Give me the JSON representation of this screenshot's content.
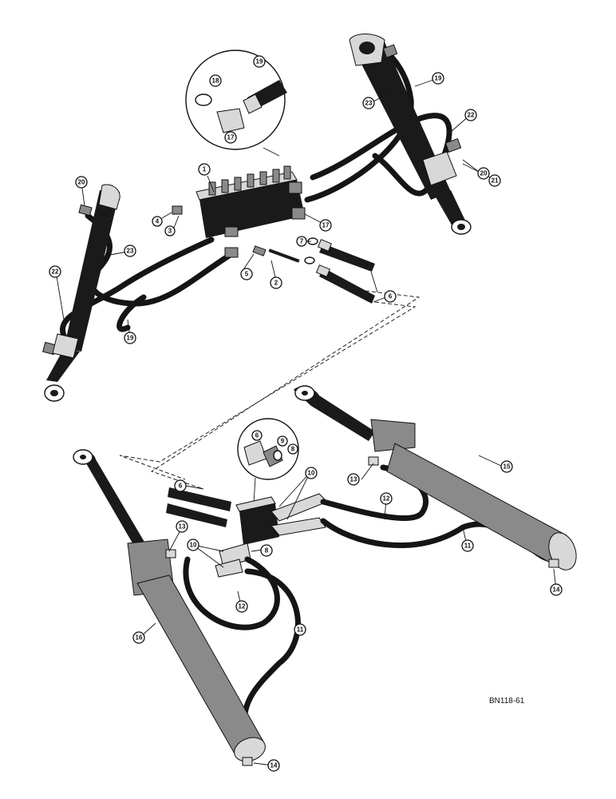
{
  "diagram": {
    "drawing_number": "BN118-61",
    "callouts": [
      {
        "label": "1"
      },
      {
        "label": "2"
      },
      {
        "label": "3"
      },
      {
        "label": "4"
      },
      {
        "label": "5"
      },
      {
        "label": "6"
      },
      {
        "label": "7"
      },
      {
        "label": "6"
      },
      {
        "label": "17"
      },
      {
        "label": "18"
      },
      {
        "label": "19"
      },
      {
        "label": "17"
      },
      {
        "label": "23"
      },
      {
        "label": "19"
      },
      {
        "label": "22"
      },
      {
        "label": "20"
      },
      {
        "label": "21"
      },
      {
        "label": "20"
      },
      {
        "label": "23"
      },
      {
        "label": "22"
      },
      {
        "label": "19"
      },
      {
        "label": "6"
      },
      {
        "label": "9"
      },
      {
        "label": "8"
      },
      {
        "label": "10"
      },
      {
        "label": "6"
      },
      {
        "label": "13"
      },
      {
        "label": "15"
      },
      {
        "label": "12"
      },
      {
        "label": "11"
      },
      {
        "label": "14"
      },
      {
        "label": "13"
      },
      {
        "label": "10"
      },
      {
        "label": "8"
      },
      {
        "label": "12"
      },
      {
        "label": "11"
      },
      {
        "label": "16"
      },
      {
        "label": "14"
      }
    ]
  }
}
